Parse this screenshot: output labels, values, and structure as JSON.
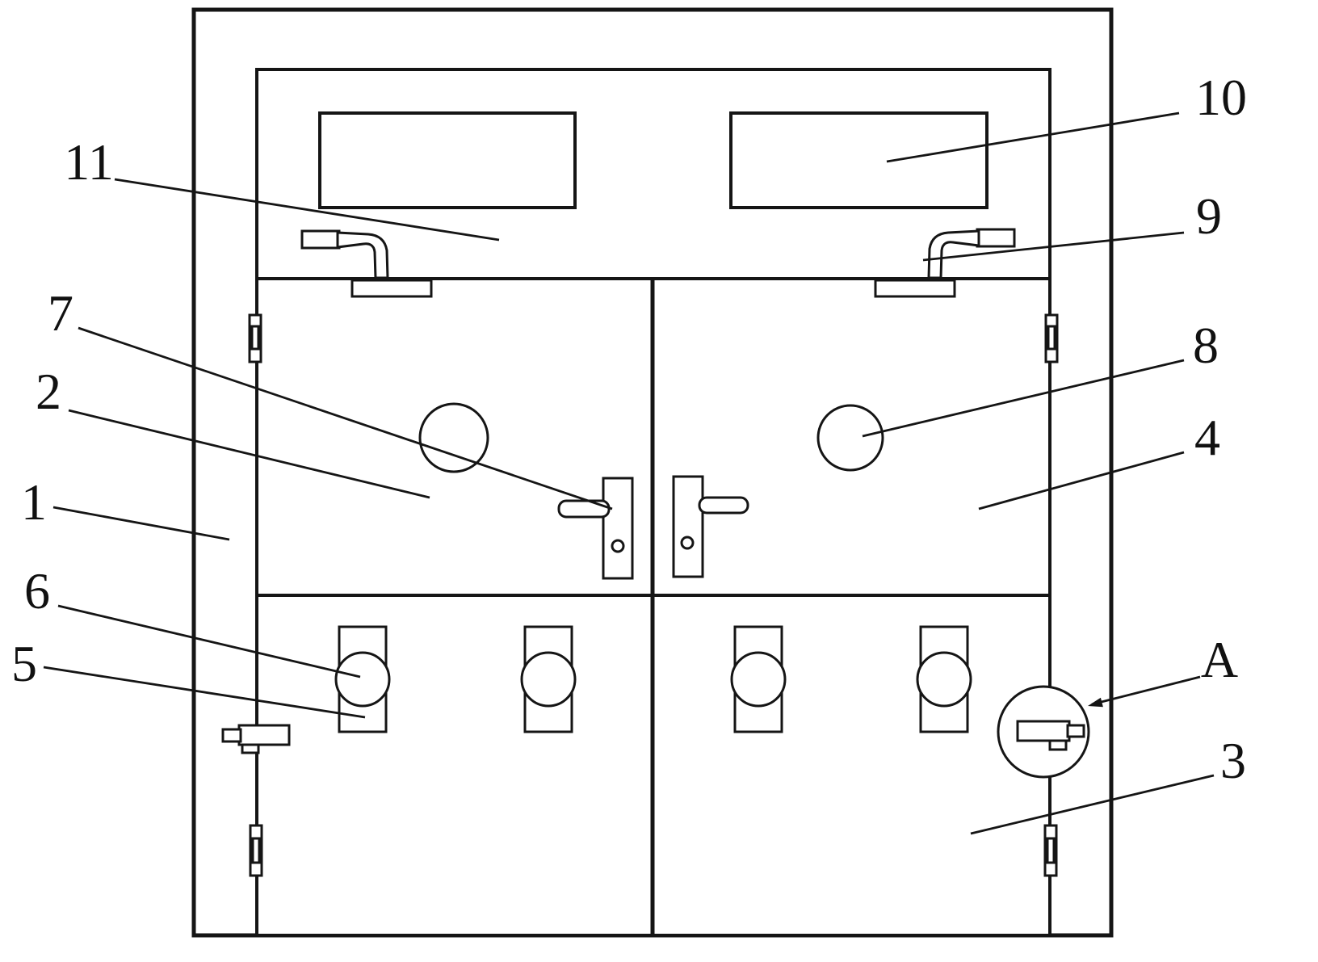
{
  "diagram": {
    "callout_labels": {
      "1": "1",
      "2": "2",
      "3": "3",
      "4": "4",
      "5": "5",
      "6": "6",
      "7": "7",
      "8": "8",
      "9": "9",
      "10": "10",
      "11": "11",
      "A": "A"
    }
  }
}
